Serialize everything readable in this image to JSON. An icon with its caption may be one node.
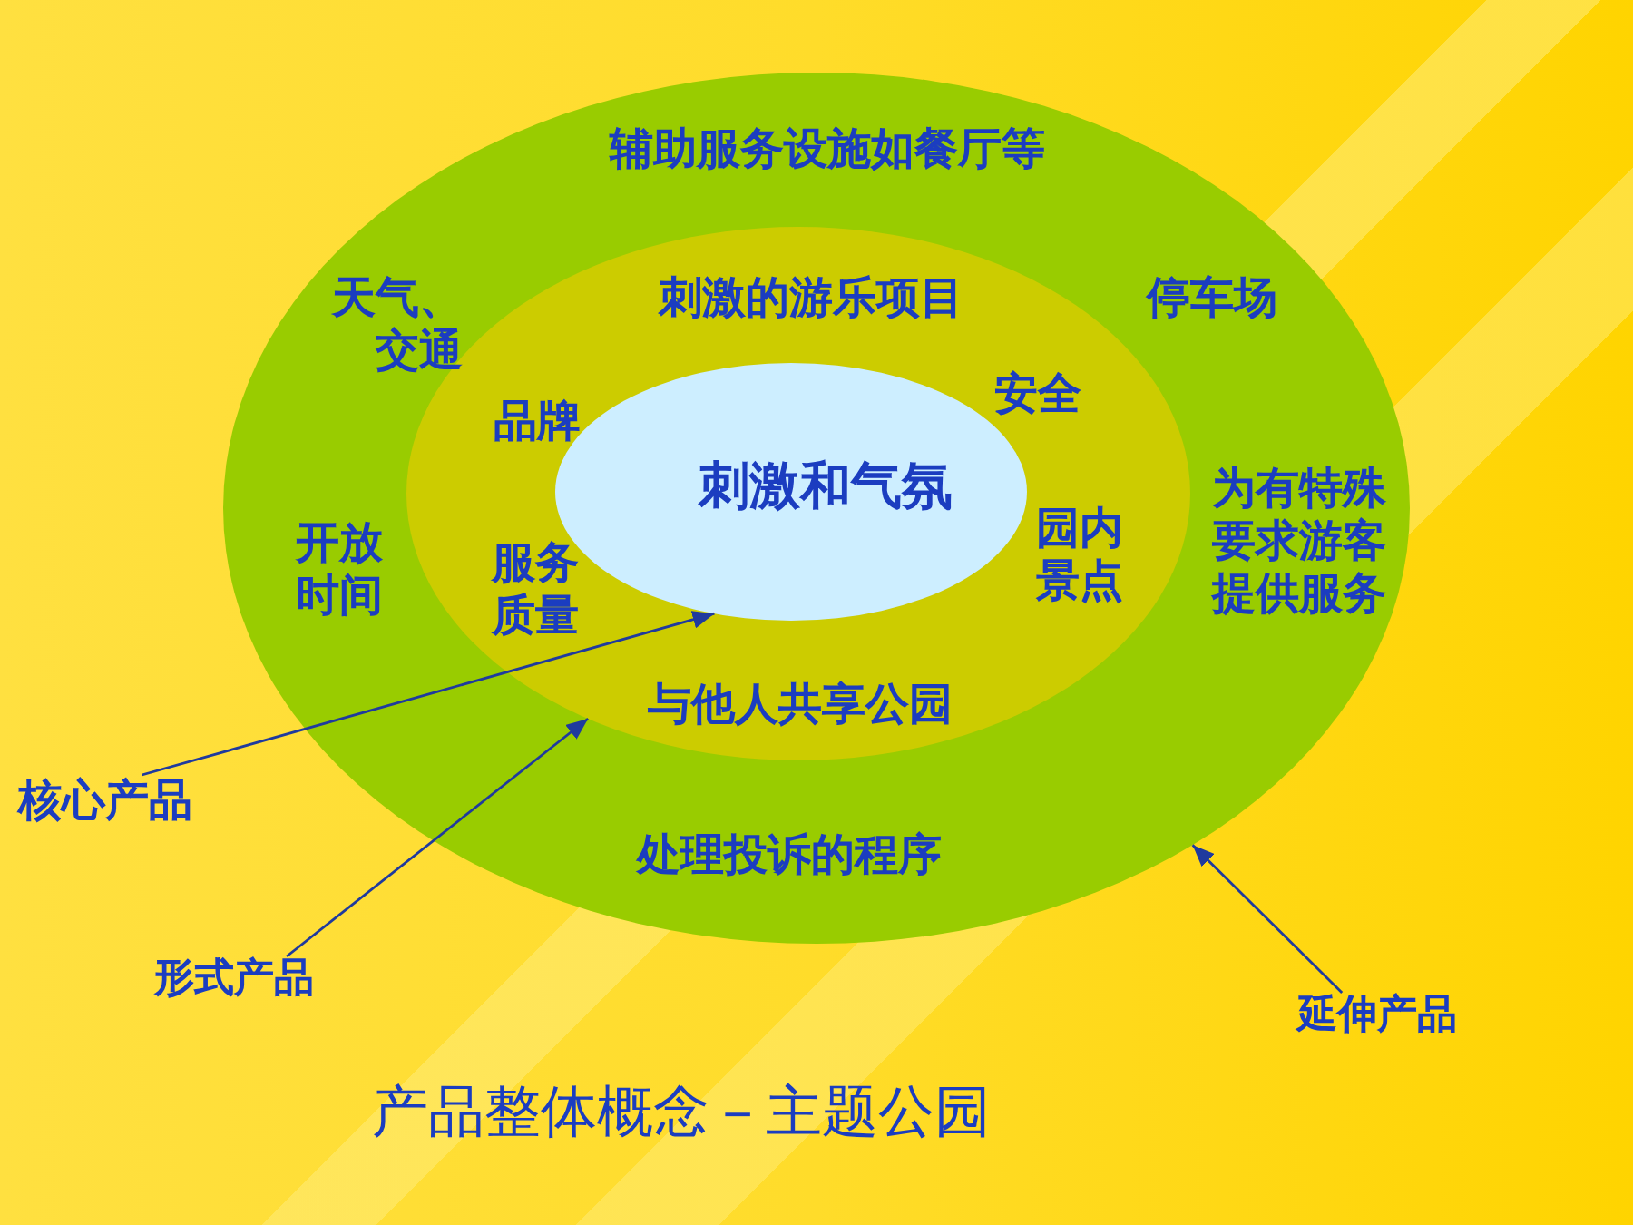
{
  "diagram": {
    "title": "产品整体概念－主题公园",
    "nodes": [
      {
        "text": [
          "辅助服务设施如餐厅等",
          "天气、交通",
          "停车场",
          "开放时间",
          "为有特殊要求游客提供服务",
          "处理投诉的程序"
        ]
      },
      {
        "text": [
          "刺激的游乐项目",
          "品牌",
          "安全",
          "服务质量",
          "园内景点",
          "与他人共享公园"
        ],
        "in": 0
      },
      {
        "text": [
          "刺激和气氛"
        ],
        "in": 1
      },
      {
        "text": [
          "核心产品"
        ]
      },
      {
        "text": [
          "形式产品"
        ]
      },
      {
        "text": [
          "延伸产品"
        ]
      }
    ],
    "edges": [
      {
        "from": 3,
        "to": 2,
        "arrow": "to"
      },
      {
        "from": 4,
        "to": 1,
        "arrow": "to"
      },
      {
        "from": 5,
        "to": 0,
        "arrow": "to"
      }
    ]
  }
}
